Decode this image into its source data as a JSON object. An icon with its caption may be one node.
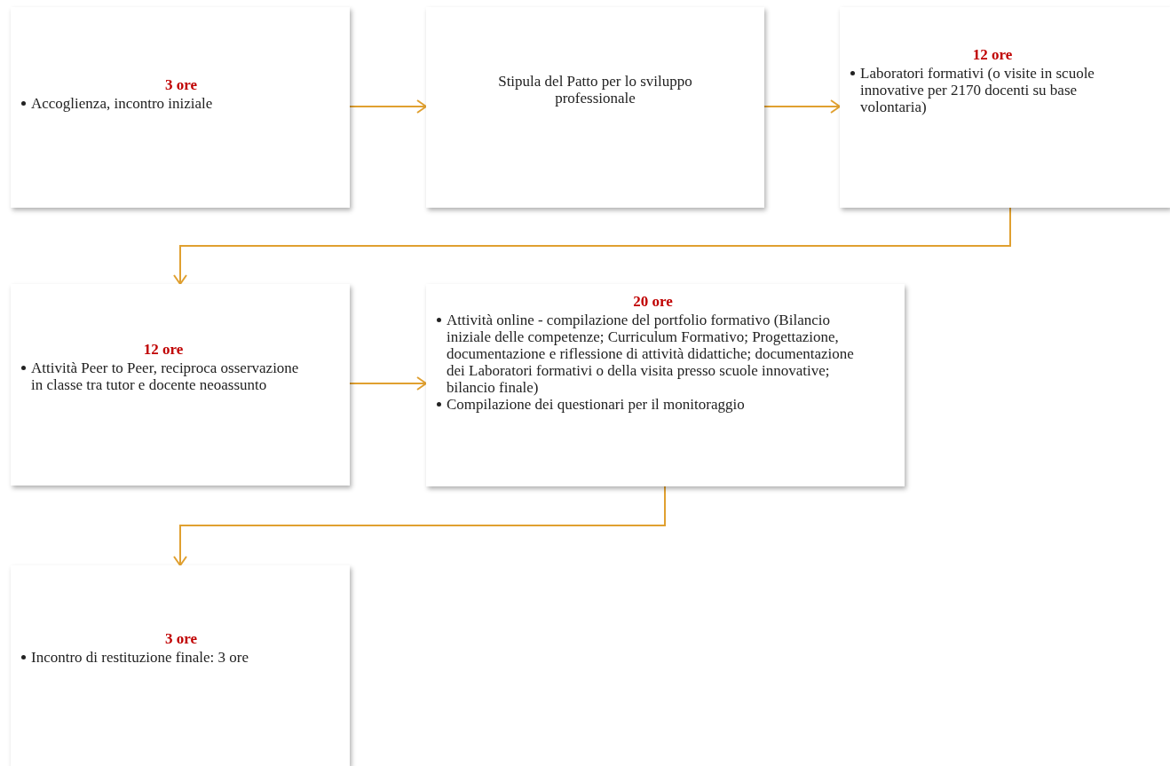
{
  "diagram": {
    "nodes": [
      {
        "text": [
          "3 ore",
          "Accoglienza, incontro iniziale"
        ]
      },
      {
        "text": [
          "Stipula del Patto per lo sviluppo professionale"
        ]
      },
      {
        "text": [
          "12 ore",
          "Laboratori formativi (o visite in scuole innovative per 2170 docenti su base volontaria)"
        ]
      },
      {
        "text": [
          "12 ore",
          "Attività Peer to Peer, reciproca osservazione in classe tra tutor e docente neoassunto"
        ]
      },
      {
        "text": [
          "20 ore",
          "Attività online - compilazione del portfolio formativo (Bilancio iniziale delle competenze; Curriculum Formativo; Progettazione, documentazione e riflessione di attività  didattiche; documentazione dei Laboratori formativi o della visita presso scuole innovative; bilancio finale)",
          "Compilazione dei questionari per il monitoraggio"
        ]
      },
      {
        "text": [
          "3 ore",
          "Incontro di restituzione finale: 3 ore"
        ]
      }
    ],
    "edges": [
      {
        "from": 0,
        "to": 1,
        "arrow": "to"
      },
      {
        "from": 1,
        "to": 2,
        "arrow": "to"
      },
      {
        "from": 2,
        "to": 3,
        "arrow": "to"
      },
      {
        "from": 3,
        "to": 4,
        "arrow": "to"
      },
      {
        "from": 4,
        "to": 5,
        "arrow": "to"
      }
    ]
  }
}
